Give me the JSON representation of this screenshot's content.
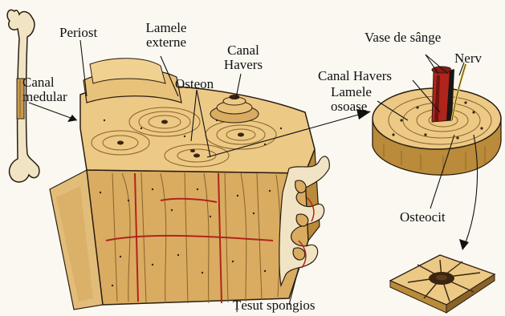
{
  "diagram": {
    "labels": {
      "periost": "Periost",
      "lamele_externe": "Lamele externe",
      "canal_havers_left": "Canal Havers",
      "canal_medular": "Canal medular",
      "osteon": "Osteon",
      "vase_de_sange": "Vase de sânge",
      "nerv": "Nerv",
      "canal_havers_right": "Canal Havers",
      "lamele_osoase": "Lamele osoase",
      "osteocit": "Osteocit",
      "tesut_spongios": "Țesut spongios"
    },
    "colors": {
      "bone": "#e8c27a",
      "bone_dark": "#b98b3a",
      "bone_shadow": "#8a6228",
      "outline": "#2b1d10",
      "vessel_red": "#b0241c",
      "vessel_dark": "#1c1512",
      "nerve": "#e8d060",
      "cell": "#3a2412"
    }
  }
}
